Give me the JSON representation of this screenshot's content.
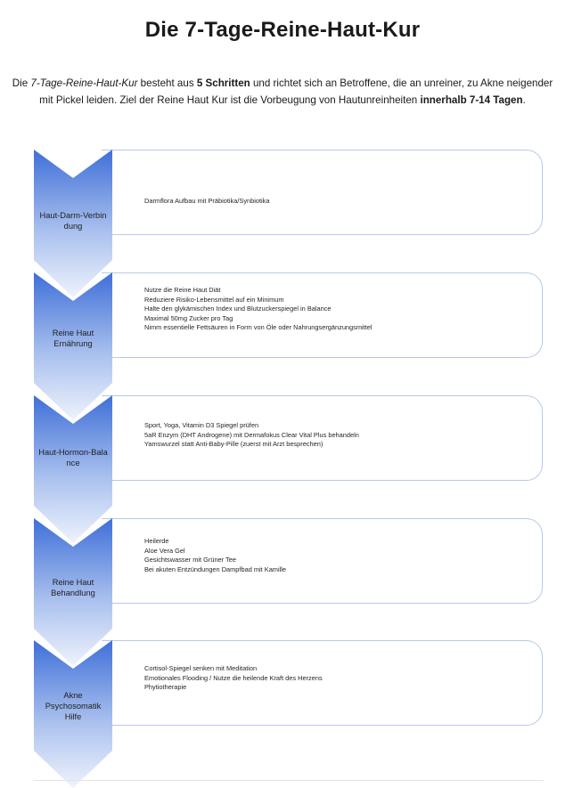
{
  "doc": {
    "title": "Die 7-Tage-Reine-Haut-Kur",
    "intro": {
      "p1": "Die ",
      "italic": "7-Tage-Reine-Haut-Kur",
      "p2": " besteht aus ",
      "bold1": "5 Schritten",
      "p3": " und richtet sich an Betroffene, die an unreiner, zu Akne neigender mit Pickel leiden. Ziel der Reine Haut Kur ist die Vorbeugung von Hautunreinheiten ",
      "bold2": "innerhalb 7-14 Tagen",
      "p4": "."
    }
  },
  "steps": [
    {
      "label_lines": [
        "Haut-Darm-Verbin",
        "dung"
      ],
      "items": [
        "Darmflora Aufbau mit Präbiotika/Synbiotika"
      ]
    },
    {
      "label_lines": [
        "Reine Haut",
        "Ernährung"
      ],
      "items": [
        "Nutze die Reine Haut Diät",
        "Reduziere Risiko-Lebensmittel auf ein Minimum",
        "Halte den glykämischen Index und Blutzuckerspiegel in Balance",
        "Maximal 50mg Zucker pro Tag",
        "Nimm essentielle Fettsäuren in Form von Öle oder Nahrungsergänzungsmittel"
      ]
    },
    {
      "label_lines": [
        "Haut-Hormon-Bala",
        "nce"
      ],
      "items": [
        "Sport, Yoga, Vitamin D3 Spiegel prüfen",
        "5aR Enzym (DHT Androgene) mit Dermafokus Clear Vital Plus behandeln",
        "Yamswurzel statt Anti-Baby-Pille (zuerst mit Arzt besprechen)"
      ]
    },
    {
      "label_lines": [
        "Reine Haut",
        "Behandlung"
      ],
      "items": [
        "Heilerde",
        "Aloe Vera Gel",
        "Gesichtswasser mit Grüner Tee",
        "Bei akuten Entzündungen Dampfbad mit Kamille"
      ]
    },
    {
      "label_lines": [
        "Akne",
        "Psychosomatik",
        "Hilfe"
      ],
      "items": [
        "Cortisol-Spiegel senken mit Meditation",
        "Emotionales Flooding / Nutze die heilende Kraft des Herzens",
        "Phytiotherapie"
      ]
    }
  ],
  "colors": {
    "chevron_top": "#3f6fd8",
    "chevron_bottom": "#eef3fc",
    "box_border": "#b8c8ea"
  }
}
